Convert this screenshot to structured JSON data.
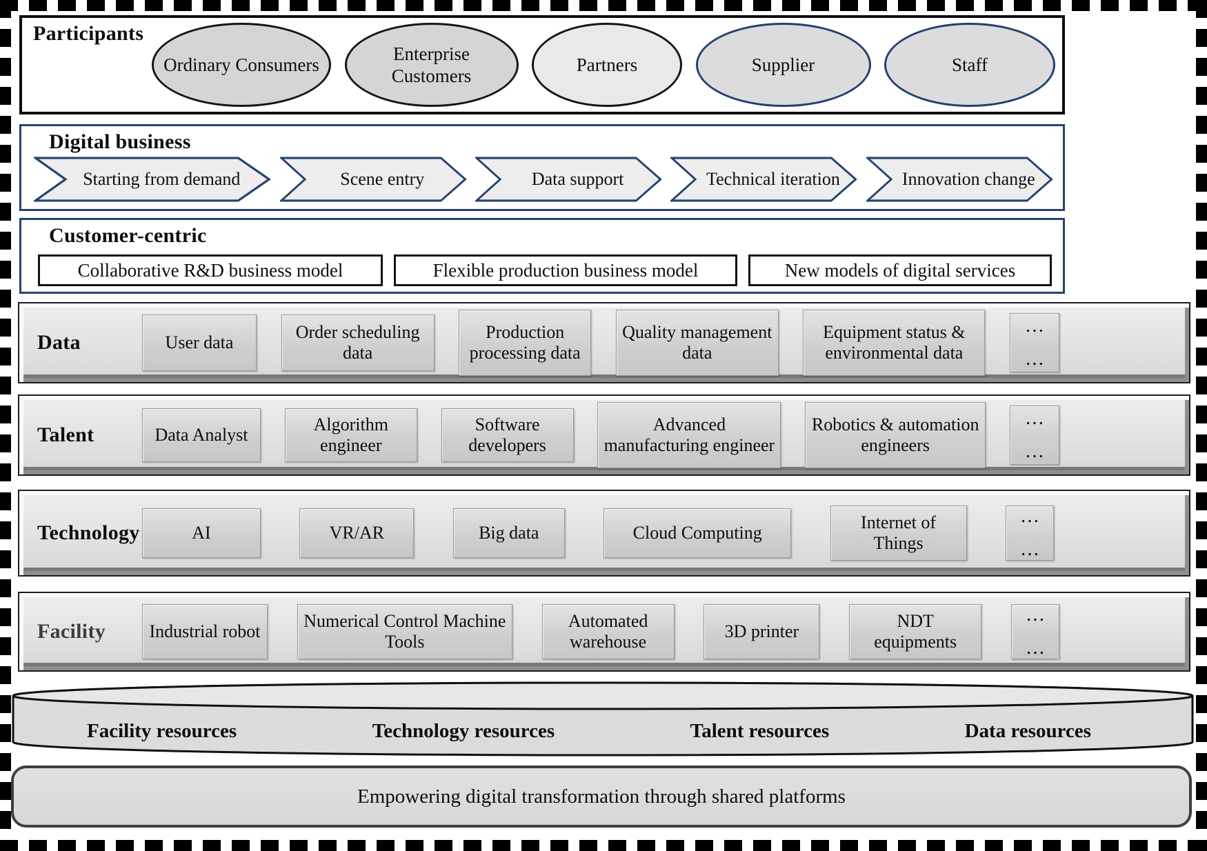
{
  "participants": {
    "label": "Participants",
    "items": [
      {
        "label": "Ordinary Consumers"
      },
      {
        "label": "Enterprise Customers"
      },
      {
        "label": "Partners"
      },
      {
        "label": "Supplier"
      },
      {
        "label": "Staff"
      }
    ]
  },
  "digital_business": {
    "label": "Digital business",
    "steps": [
      {
        "label": "Starting from demand"
      },
      {
        "label": "Scene entry"
      },
      {
        "label": "Data support"
      },
      {
        "label": "Technical iteration"
      },
      {
        "label": "Innovation change"
      }
    ]
  },
  "customer_centric": {
    "label": "Customer-centric",
    "models": [
      {
        "label": "Collaborative R&D business model"
      },
      {
        "label": "Flexible production business model"
      },
      {
        "label": "New models of digital services"
      }
    ]
  },
  "data_row": {
    "label": "Data",
    "items": [
      {
        "label": "User data"
      },
      {
        "label": "Order scheduling data"
      },
      {
        "label": "Production processing data"
      },
      {
        "label": "Quality management data"
      },
      {
        "label": "Equipment status & environmental data"
      },
      {
        "label": "…\n…"
      }
    ]
  },
  "talent_row": {
    "label": "Talent",
    "items": [
      {
        "label": "Data Analyst"
      },
      {
        "label": "Algorithm engineer"
      },
      {
        "label": "Software developers"
      },
      {
        "label": "Advanced manufacturing engineer"
      },
      {
        "label": "Robotics & automation engineers"
      },
      {
        "label": "…\n…"
      }
    ]
  },
  "technology_row": {
    "label": "Technology",
    "items": [
      {
        "label": "AI"
      },
      {
        "label": "VR/AR"
      },
      {
        "label": "Big data"
      },
      {
        "label": "Cloud Computing"
      },
      {
        "label": "Internet of Things"
      },
      {
        "label": "…\n…"
      }
    ]
  },
  "facility_row": {
    "label": "Facility",
    "items": [
      {
        "label": "Industrial robot"
      },
      {
        "label": "Numerical Control Machine Tools"
      },
      {
        "label": "Automated warehouse"
      },
      {
        "label": "3D printer"
      },
      {
        "label": "NDT equipments"
      },
      {
        "label": "…\n…"
      }
    ]
  },
  "resources_cylinder": {
    "items": [
      {
        "label": "Facility  resources"
      },
      {
        "label": "Technology resources"
      },
      {
        "label": "Talent resources"
      },
      {
        "label": "Data resources"
      }
    ]
  },
  "platform_bar": {
    "text": "Empowering digital transformation through shared platforms"
  },
  "colors": {
    "navy_border": "#24406e",
    "black_border": "#111111",
    "ellipse_gray": "#d5d5d5",
    "ellipse_light": "#e9e9e9",
    "arrow_fill": "#ededed",
    "panel_fill": "#e2e2e2",
    "box_fill": "#cfcfcf",
    "cylinder_fill": "#dcdcdc",
    "bar_fill": "#dbdbdb"
  }
}
